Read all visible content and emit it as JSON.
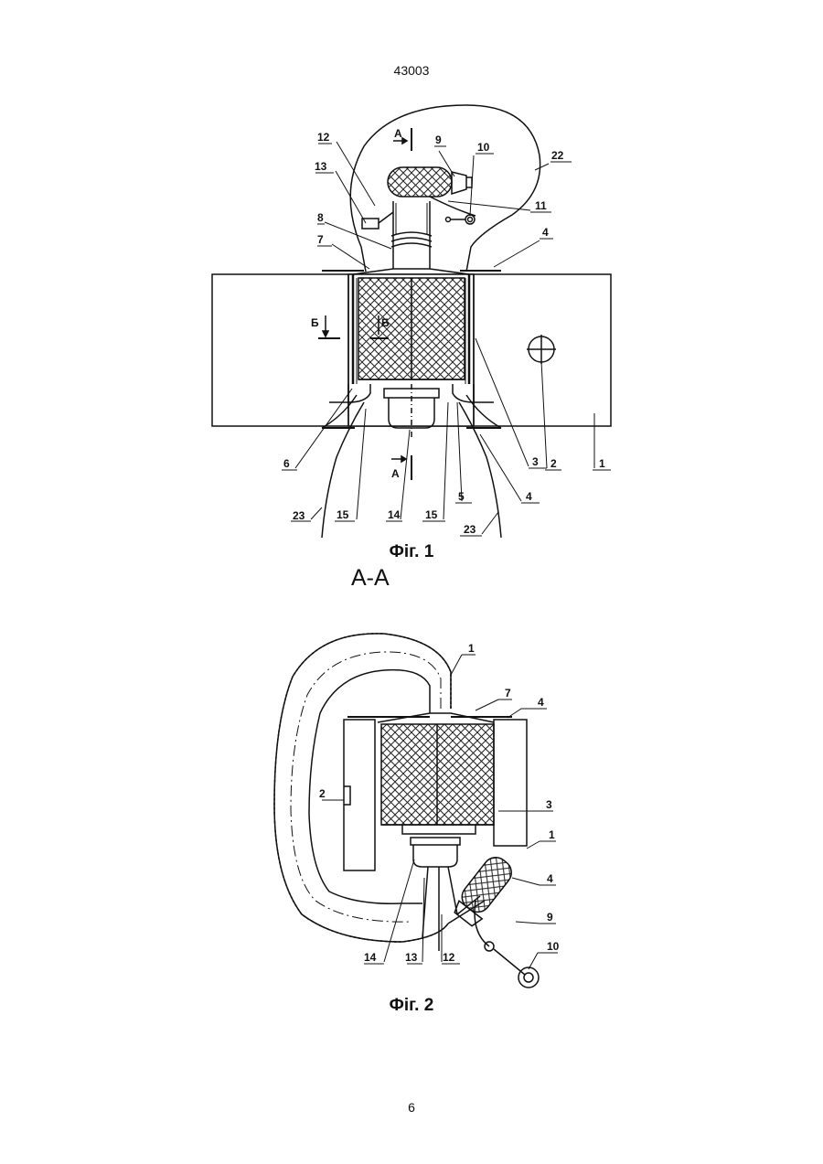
{
  "header": {
    "doc_number": "43003"
  },
  "footer": {
    "page_number": "6"
  },
  "figure1": {
    "caption": "Фіг. 1",
    "labels": [
      "12",
      "13",
      "8",
      "7",
      "А",
      "9",
      "10",
      "22",
      "11",
      "4",
      "Б",
      "Б",
      "1",
      "2",
      "3",
      "4",
      "6",
      "А",
      "23",
      "15",
      "14",
      "15",
      "5",
      "23"
    ]
  },
  "figure2": {
    "section_title": "А-А",
    "caption": "Фіг. 2",
    "labels": [
      "1",
      "7",
      "4",
      "2",
      "3",
      "1",
      "4",
      "9",
      "10",
      "14",
      "13",
      "12"
    ]
  }
}
